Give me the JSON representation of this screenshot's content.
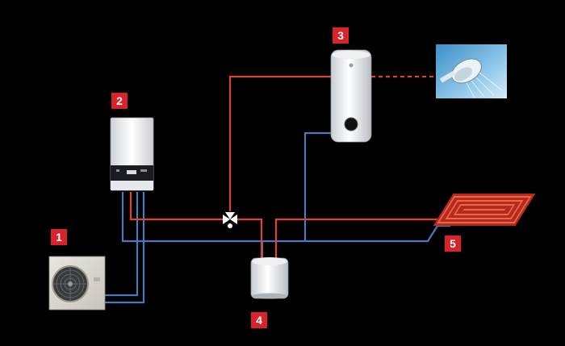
{
  "components": [
    {
      "id": "1",
      "label": "1",
      "icon": "outdoor-heat-pump-unit-icon"
    },
    {
      "id": "2",
      "label": "2",
      "icon": "wall-mounted-indoor-unit-icon"
    },
    {
      "id": "3",
      "label": "3",
      "icon": "hot-water-cylinder-icon"
    },
    {
      "id": "4",
      "label": "4",
      "icon": "buffer-tank-icon"
    },
    {
      "id": "5",
      "label": "5",
      "icon": "underfloor-heating-loop-icon"
    }
  ],
  "extras": {
    "shower_icon": "shower-head-icon",
    "valve_icon": "three-way-valve-icon"
  },
  "colors": {
    "background": "#000000",
    "flow_pipe": "#e0442c",
    "return_pipe": "#4a78b8",
    "badge": "#d9232a",
    "badge_text": "#ffffff"
  }
}
